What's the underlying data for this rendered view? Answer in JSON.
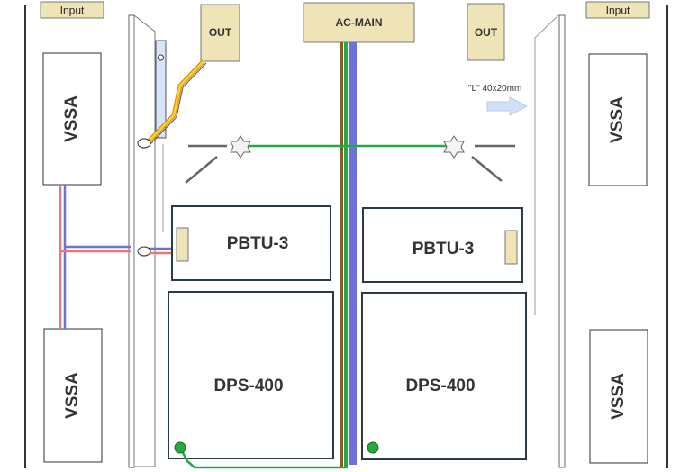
{
  "labels": {
    "input_left": "Input",
    "input_right": "Input",
    "vssa_top_left": "VSSA",
    "vssa_bottom_left": "VSSA",
    "vssa_top_right": "VSSA",
    "vssa_bottom_right": "VSSA",
    "out_left": "OUT",
    "out_right": "OUT",
    "ac_main": "AC-MAIN",
    "pbtu_left": "PBTU-3",
    "pbtu_right": "PBTU-3",
    "dps_left": "DPS-400",
    "dps_right": "DPS-400",
    "dimension_note": "\"L\" 40x20mm"
  },
  "colors": {
    "tan": "#efe4b8",
    "box_border": "#2b3a4a",
    "wire_green": "#22aa44",
    "wire_blue": "#6e72d8",
    "wire_red": "#e77878",
    "wire_yellow": "#f2c200",
    "wire_brown": "#8b5a2b",
    "panel_blue": "#d8e4fb",
    "arrow_blue": "#cfe0f8"
  }
}
